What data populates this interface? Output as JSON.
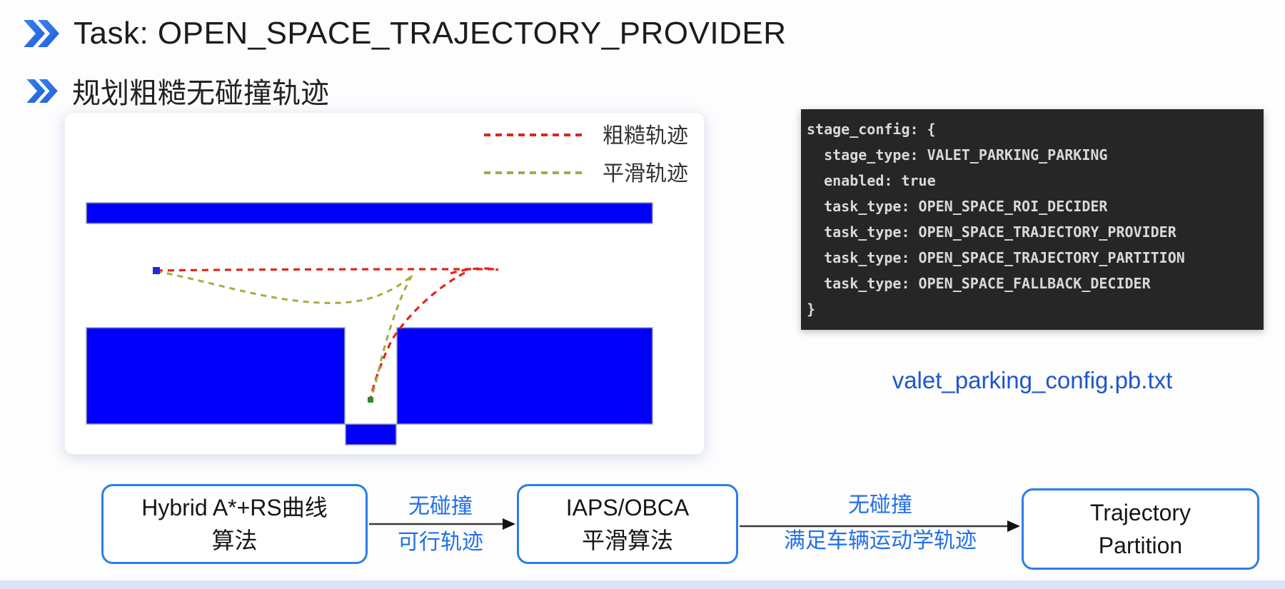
{
  "slide": {
    "title": "Task: OPEN_SPACE_TRAJECTORY_PROVIDER",
    "subtitle": "规划粗糙无碰撞轨迹"
  },
  "colors": {
    "accent_blue": "#2270e8",
    "obstacle_blue": "#0000fa",
    "rough_red": "#e02519",
    "smooth_olive": "#a9a84c",
    "code_bg": "#262626",
    "code_text": "#d9d9d9",
    "link_blue": "#1e56cb",
    "flow_border_blue": "#2b7de9"
  },
  "plot": {
    "legend": [
      {
        "label": "粗糙轨迹",
        "color": "#e02519",
        "style": "dashed"
      },
      {
        "label": "平滑轨迹",
        "color": "#a9a84c",
        "style": "dashed"
      }
    ],
    "markers": {
      "start_color": "#2228dd",
      "goal_color": "#2a8c2a"
    }
  },
  "code_panel": {
    "lines": [
      "stage_config: {",
      "  stage_type: VALET_PARKING_PARKING",
      "  enabled: true",
      "  task_type: OPEN_SPACE_ROI_DECIDER",
      "  task_type: OPEN_SPACE_TRAJECTORY_PROVIDER",
      "  task_type: OPEN_SPACE_TRAJECTORY_PARTITION",
      "  task_type: OPEN_SPACE_FALLBACK_DECIDER",
      "}"
    ]
  },
  "config_link": {
    "label": "valet_parking_config.pb.txt"
  },
  "flow": {
    "boxes": [
      {
        "line1": "Hybrid A*+RS曲线",
        "line2": "算法"
      },
      {
        "line1": "IAPS/OBCA",
        "line2": "平滑算法"
      },
      {
        "line1": "Trajectory",
        "line2": "Partition"
      }
    ],
    "arrows": [
      {
        "line1": "无碰撞",
        "line2": "可行轨迹"
      },
      {
        "line1": "无碰撞",
        "line2": "满足车辆运动学轨迹"
      }
    ]
  }
}
